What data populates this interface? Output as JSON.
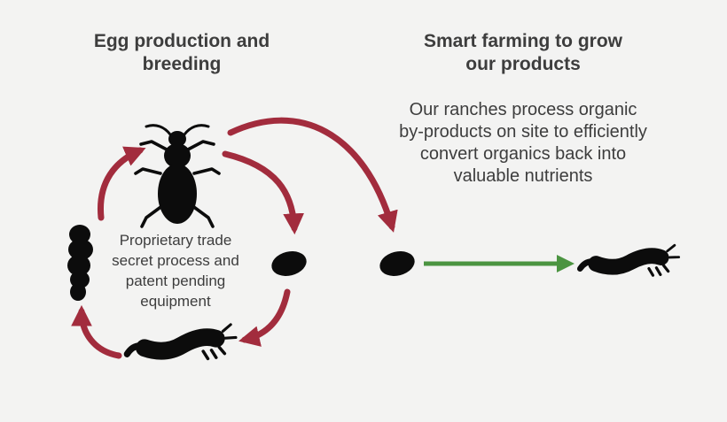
{
  "canvas": {
    "background": "#f3f3f2"
  },
  "colors": {
    "arrow_red": "#a22c3d",
    "arrow_green": "#4b9441",
    "text": "#3d3d3d",
    "silhouette": "#0c0c0c"
  },
  "left_section": {
    "title": "Egg production and\nbreeding",
    "note": "Proprietary trade\nsecret process and\npatent pending\nequipment",
    "cycle_stages": [
      "beetle",
      "egg",
      "larva",
      "pupa"
    ],
    "cycle_arrows": [
      "pupa-to-beetle",
      "beetle-to-egg",
      "egg-to-larva",
      "larva-to-pupa"
    ]
  },
  "right_section": {
    "title": "Smart farming to grow\nour products",
    "description": "Our ranches process organic\nby-products on site to efficiently\nconvert organics back into\nvaluable nutrients",
    "flow_stages": [
      "egg",
      "larva"
    ]
  },
  "icons": {
    "beetle": "adult-beetle-silhouette",
    "cycle_egg": "egg-silhouette",
    "cycle_larva": "larva-silhouette",
    "pupa": "pupa-silhouette",
    "farm_egg": "egg-silhouette",
    "farm_larva": "larva-silhouette"
  }
}
